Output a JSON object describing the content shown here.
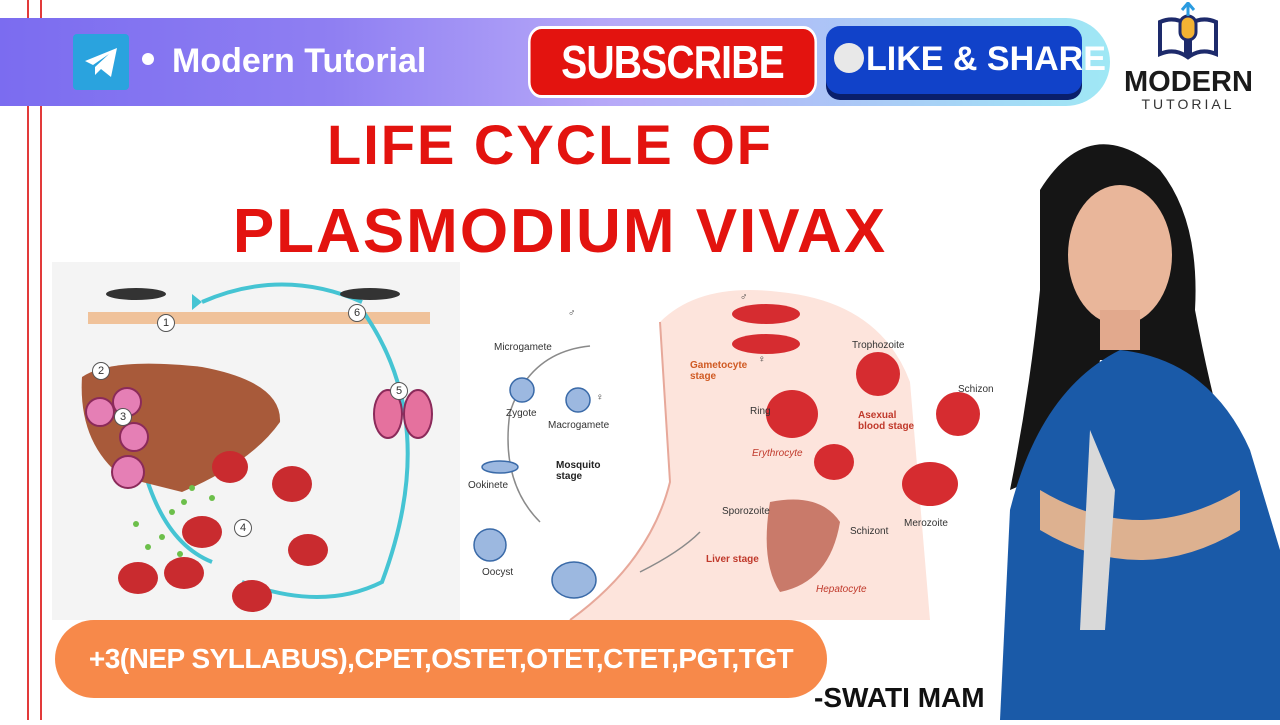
{
  "header": {
    "channel_name": "Modern Tutorial",
    "subscribe_label": "SUBSCRIBE",
    "like_share_label": "LIKE & SHARE"
  },
  "logo": {
    "line1": "MODERN",
    "line2": "TUTORIAL"
  },
  "title": {
    "line1": "LIFE CYCLE OF",
    "line2": "PLASMODIUM VIVAX"
  },
  "diagram_left": {
    "step_numbers": [
      "1",
      "2",
      "3",
      "4",
      "5",
      "6"
    ]
  },
  "diagram_right": {
    "labels": {
      "microgamete": "Microgamete",
      "zygote": "Zygote",
      "macrogamete": "Macrogamete",
      "mosquito_stage": "Mosquito stage",
      "ookinete": "Ookinete",
      "oocyst": "Oocyst",
      "gametocyte_stage": "Gametocyte stage",
      "ring": "Ring",
      "erythrocyte": "Erythrocyte",
      "trophozoite": "Trophozoite",
      "asexual_blood_stage": "Asexual blood stage",
      "schizont_top": "Schizon",
      "merozoite": "Merozoite",
      "sporozoite": "Sporozoite",
      "liver_stage": "Liver stage",
      "schizont": "Schizont",
      "hepatocyte": "Hepatocyte",
      "male_symbol": "♂",
      "female_symbol": "♀"
    }
  },
  "footer": {
    "exams": "+3(NEP SYLLABUS),CPET,OSTET,OTET,CTET,PGT,TGT",
    "signature": "-SWATI MAM"
  },
  "colors": {
    "title_red": "#e3130f",
    "subscribe_red": "#e3130f",
    "like_blue": "#1142c9",
    "pill_orange": "#f7894a",
    "telegram_blue": "#2aa3de"
  }
}
